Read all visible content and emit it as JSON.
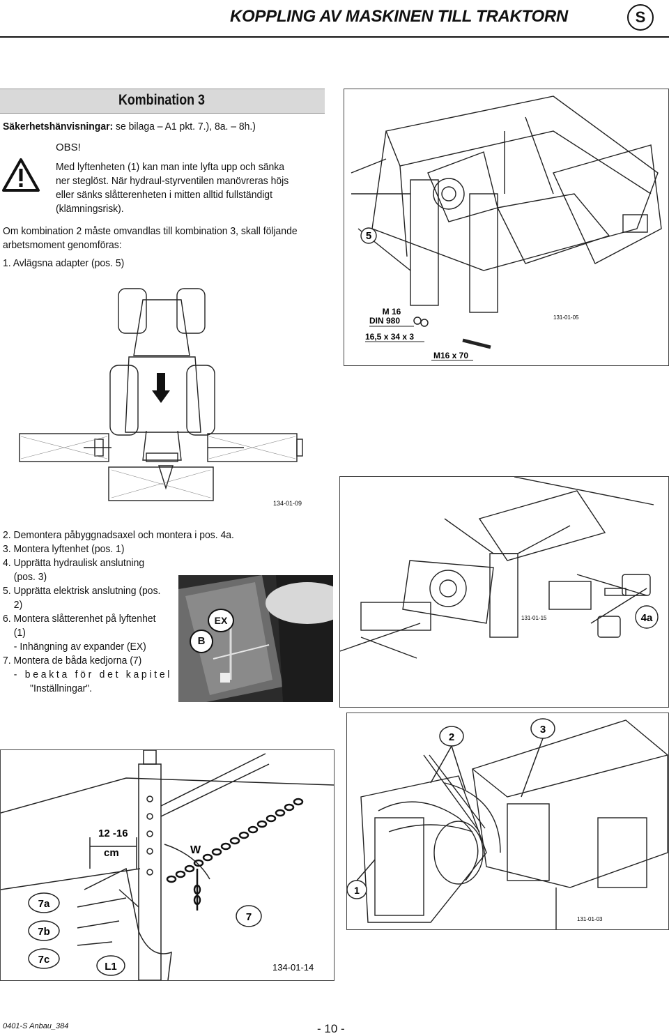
{
  "header": {
    "title": "KOPPLING AV MASKINEN TILL TRAKTORN",
    "lang_badge": "S"
  },
  "section": {
    "title": "Kombination 3"
  },
  "safety": {
    "label": "Säkerhetshänvisningar:",
    "text": "se bilaga – A1 pkt. 7.), 8a. – 8h.)",
    "obs": "OBS!",
    "warning_lines": [
      "Med lyftenheten (1) kan man inte lyfta upp och sänka",
      "ner steglöst. När hydraul-styrventilen manövreras höjs",
      "eller sänks slåtterenheten i mitten alltid fullständigt",
      "(klämningsrisk)."
    ]
  },
  "intro": {
    "lines": [
      "Om kombination 2 måste omvandlas till kombination 3, skall följande",
      "arbetsmoment genomföras:"
    ],
    "step1": "1. Avlägsna adapter (pos. 5)"
  },
  "steps": [
    "2. Demontera påbyggnadsaxel och montera i pos. 4a.",
    "3. Montera lyftenhet (pos. 1)",
    "4. Upprätta hydraulisk anslutning",
    "(pos. 3)",
    "5. Upprätta elektrisk anslutning (pos.",
    "2)",
    "6. Montera slåtterenhet på lyftenhet",
    "(1)",
    "- Inhängning av expander (EX)",
    "7. Montera de båda kedjorna (7)",
    "- beakta för det kapitel",
    "\"Inställningar\"."
  ],
  "figures": {
    "adapter": {
      "callout": "5",
      "label1": "M 16",
      "label2": "DIN 980",
      "label3": "16,5 x 34 x 3",
      "label4": "M16 x 70",
      "code": "131-01-05"
    },
    "tractor": {
      "code": "134-01-09"
    },
    "shaft": {
      "callout": "4a",
      "code": "131-01-15"
    },
    "photo": {
      "callout_b": "B",
      "callout_ex": "EX"
    },
    "chain": {
      "label_range": "12 -16",
      "label_unit": "cm",
      "label_w": "W",
      "callouts": [
        "7a",
        "7b",
        "7c",
        "L1",
        "7"
      ],
      "code": "134-01-14"
    },
    "lift": {
      "callouts": [
        "2",
        "3",
        "1"
      ],
      "code": "131-01-03"
    }
  },
  "footer": {
    "left": "0401-S Anbau_384",
    "page": "- 10 -"
  }
}
